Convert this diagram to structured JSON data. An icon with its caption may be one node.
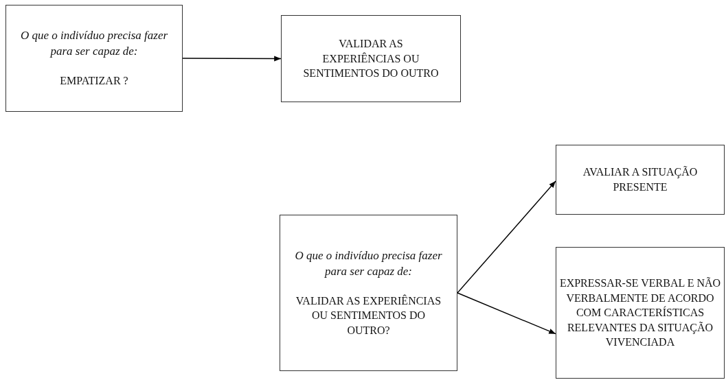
{
  "diagram": {
    "nodes": [
      {
        "text": [
          "O que o indivíduo precisa fazer para ser capaz de:",
          "EMPATIZAR ?"
        ]
      },
      {
        "text": [
          "VALIDAR AS EXPERIÊNCIAS OU SENTIMENTOS DO OUTRO"
        ]
      },
      {
        "text": [
          "O que o indivíduo precisa fazer para ser capaz de:",
          "VALIDAR AS EXPERIÊNCIAS OU SENTIMENTOS DO OUTRO?"
        ]
      },
      {
        "text": [
          "AVALIAR A SITUAÇÃO PRESENTE"
        ]
      },
      {
        "text": [
          "EXPRESSAR-SE VERBAL E NÃO VERBALMENTE DE ACORDO COM CARACTERÍSTICAS RELEVANTES DA SITUAÇÃO VIVENCIADA"
        ]
      }
    ],
    "edges": [
      {
        "from": 0,
        "to": 1,
        "arrow": "to"
      },
      {
        "from": 2,
        "to": 3,
        "arrow": "to"
      },
      {
        "from": 2,
        "to": 4,
        "arrow": "to"
      }
    ]
  }
}
